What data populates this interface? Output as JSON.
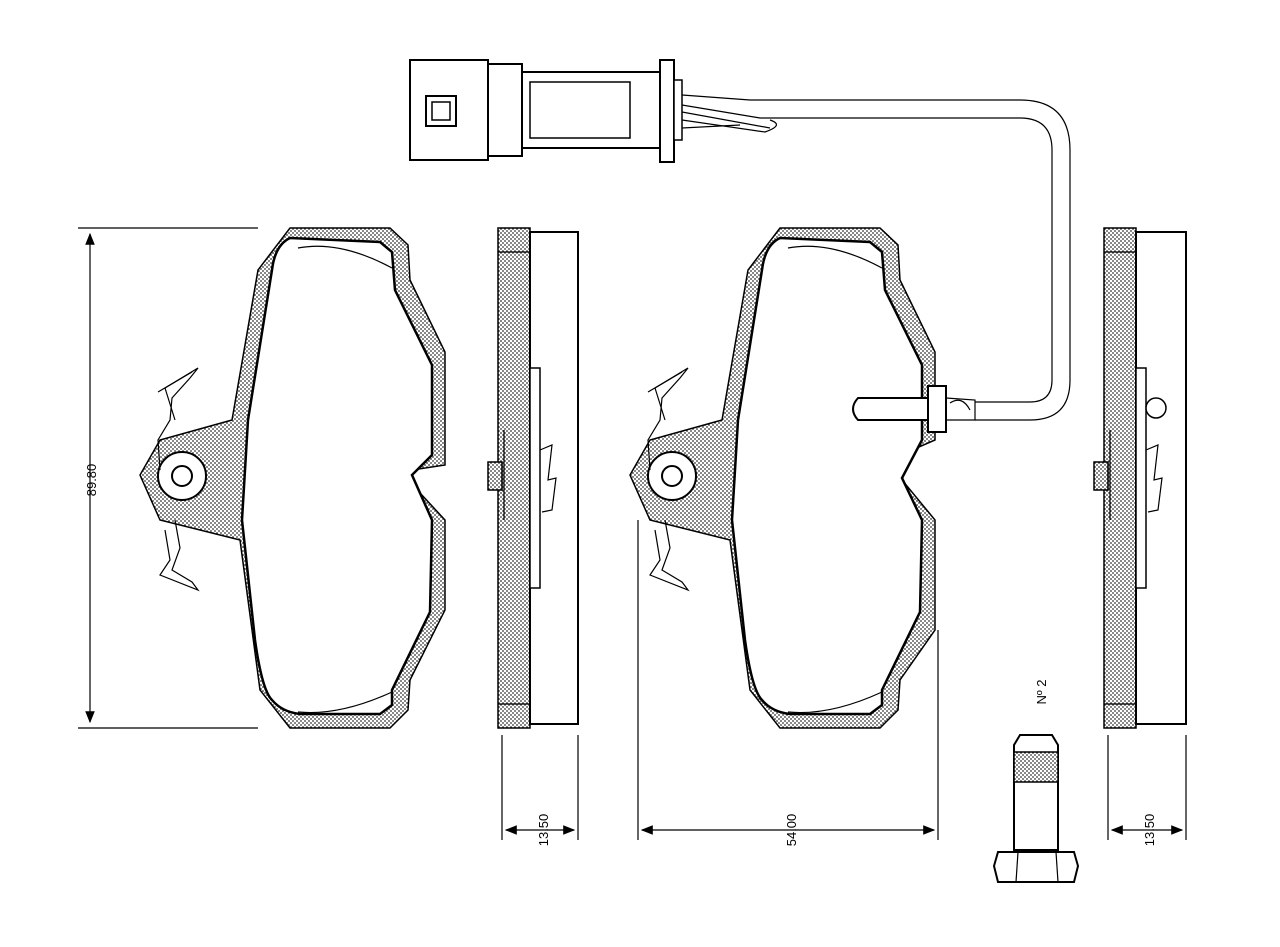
{
  "dimensions": {
    "height": "89.80",
    "thickness_left": "13.50",
    "width": "54.00",
    "thickness_right": "13.50"
  },
  "part_label": "Nº 2",
  "colors": {
    "line": "#000000",
    "background": "#ffffff",
    "hatch": "#555555"
  }
}
